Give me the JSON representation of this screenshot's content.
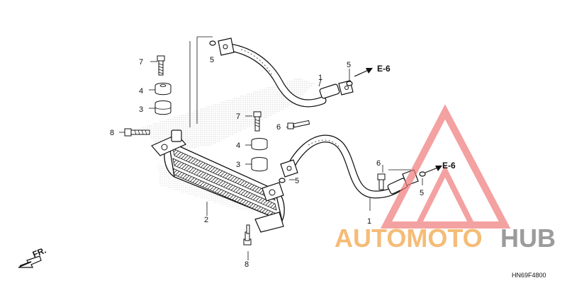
{
  "diagram": {
    "part_code": "HN69F4800",
    "direction_label": "FR.",
    "ref_labels": [
      "E-6",
      "E-6"
    ],
    "callouts": [
      {
        "id": "c1a",
        "text": "1"
      },
      {
        "id": "c1b",
        "text": "1"
      },
      {
        "id": "c2",
        "text": "2"
      },
      {
        "id": "c3a",
        "text": "3"
      },
      {
        "id": "c3b",
        "text": "3"
      },
      {
        "id": "c4a",
        "text": "4"
      },
      {
        "id": "c4b",
        "text": "4"
      },
      {
        "id": "c5a",
        "text": "5"
      },
      {
        "id": "c5b",
        "text": "5"
      },
      {
        "id": "c5c",
        "text": "5"
      },
      {
        "id": "c5d",
        "text": "5"
      },
      {
        "id": "c6a",
        "text": "6"
      },
      {
        "id": "c6b",
        "text": "6"
      },
      {
        "id": "c7a",
        "text": "7"
      },
      {
        "id": "c7b",
        "text": "7"
      },
      {
        "id": "c8a",
        "text": "8"
      },
      {
        "id": "c8b",
        "text": "8"
      }
    ]
  },
  "watermark": {
    "text_part1": "AUTOMOTO",
    "text_part2": "HUB",
    "color_primary": "#f2a64a",
    "color_secondary": "#7a7a7a",
    "logo_color": "#f07a7a"
  }
}
